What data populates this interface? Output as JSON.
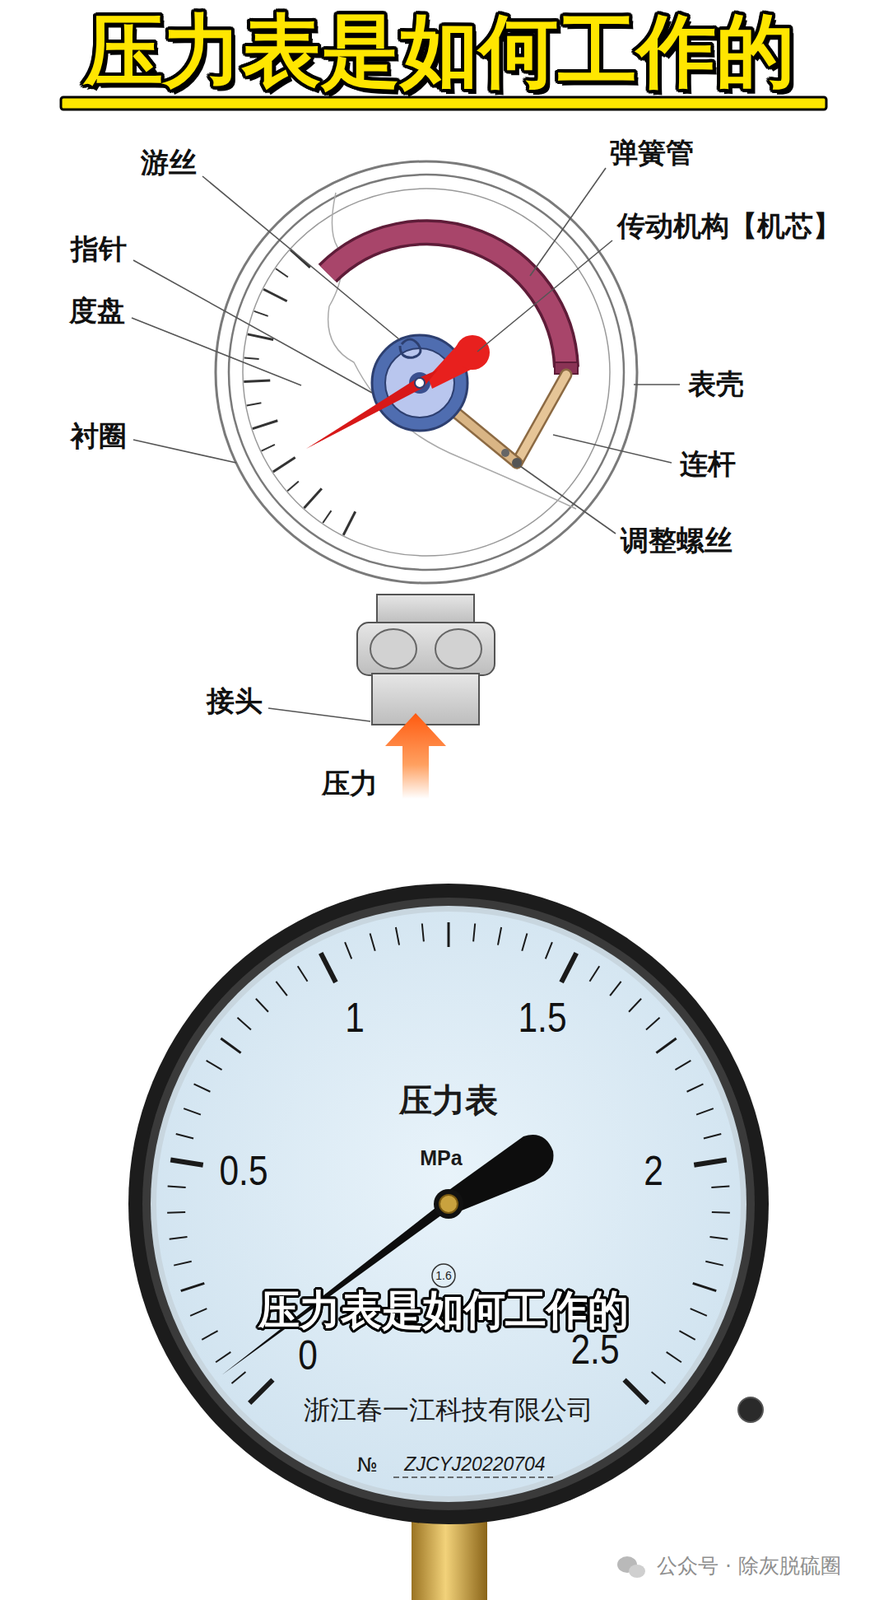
{
  "diagram": {
    "title": "压力表是如何工作的",
    "caption": "压力表是如何工作的",
    "labels": [
      "游丝",
      "弹簧管",
      "传动机构【机芯】",
      "指针",
      "度盘",
      "表壳",
      "衬圈",
      "连杆",
      "调整螺丝",
      "接头",
      "压力",
      "1",
      "1.5",
      "0.5",
      "2",
      "0",
      "2.5",
      "压力表",
      "MPa",
      "1.6",
      "浙江春一江科技有限公司",
      "№",
      "ZJCYJ20220704",
      "公众号 · 除灰脱硫圈"
    ]
  }
}
